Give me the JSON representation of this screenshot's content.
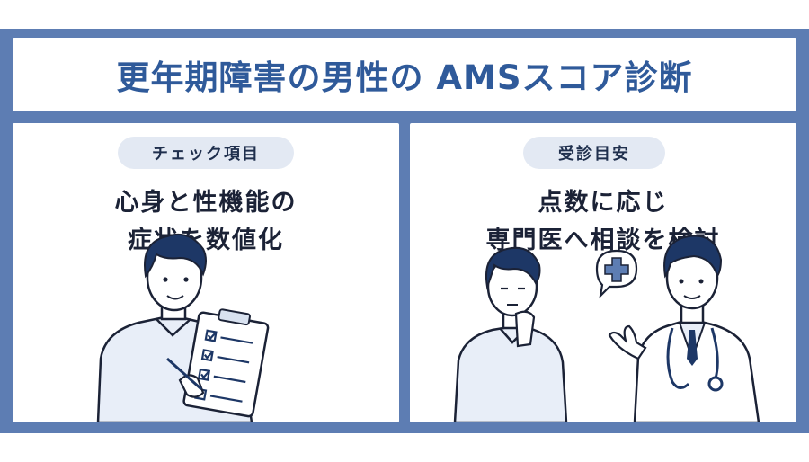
{
  "title": "更年期障害の男性の AMSスコア診断",
  "left_panel": {
    "pill": "チェック項目",
    "heading_line1": "心身と性機能の",
    "heading_line2": "症状を数値化"
  },
  "right_panel": {
    "pill": "受診目安",
    "heading_line1": "点数に応じ",
    "heading_line2": "専門医へ相談を検討"
  },
  "colors": {
    "frame_blue": "#5d7db3",
    "title_blue": "#2f5a9a",
    "pill_bg": "#e3e9f3",
    "hair_navy": "#1d3766",
    "shirt_light": "#e8eef8"
  }
}
